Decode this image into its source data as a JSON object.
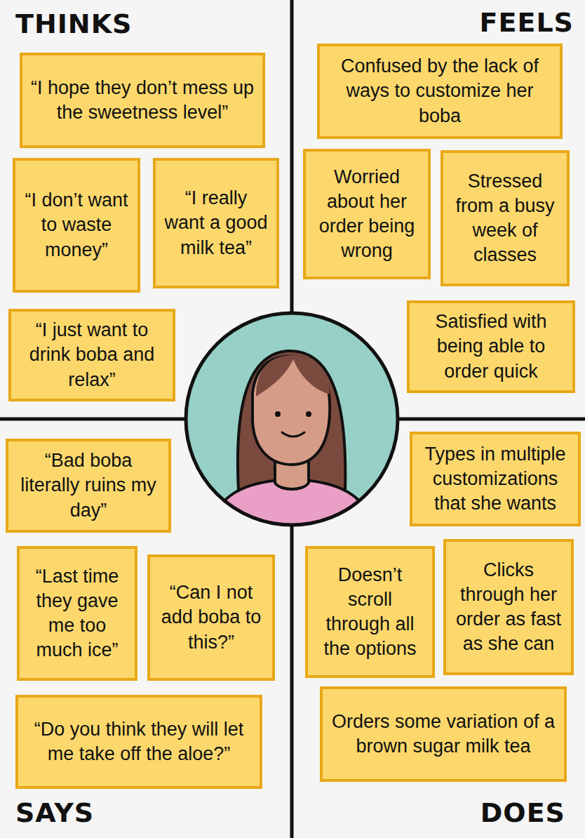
{
  "diagram": {
    "nodes": [
      {
        "text": [
          "“I hope they don’t mess up the sweetness level”"
        ]
      },
      {
        "text": [
          "“I don’t want to waste money”"
        ]
      },
      {
        "text": [
          "“I really want a good milk tea”"
        ]
      },
      {
        "text": [
          "“I just want to drink boba and relax”"
        ]
      },
      {
        "text": [
          "Confused by the lack of ways to customize her boba"
        ]
      },
      {
        "text": [
          "Worried about her order being wrong"
        ]
      },
      {
        "text": [
          "Stressed from a busy week of classes"
        ]
      },
      {
        "text": [
          "Satisfied with being able to order quick"
        ]
      },
      {
        "text": [
          "“Bad boba literally ruins my day”"
        ]
      },
      {
        "text": [
          "“Last time they gave me too much ice”"
        ]
      },
      {
        "text": [
          "“Can I not add boba to this?”"
        ]
      },
      {
        "text": [
          "“Do you think they will let me take off the aloe?”"
        ]
      },
      {
        "text": [
          "Types in multiple customizations that she wants"
        ]
      },
      {
        "text": [
          "Doesn’t scroll through all the options"
        ]
      },
      {
        "text": [
          "Clicks through her order as fast as she can"
        ]
      },
      {
        "text": [
          "Orders some variation of a brown sugar milk tea"
        ]
      }
    ],
    "labels": [
      "THINKS",
      "FEELS",
      "SAYS",
      "DOES"
    ]
  }
}
